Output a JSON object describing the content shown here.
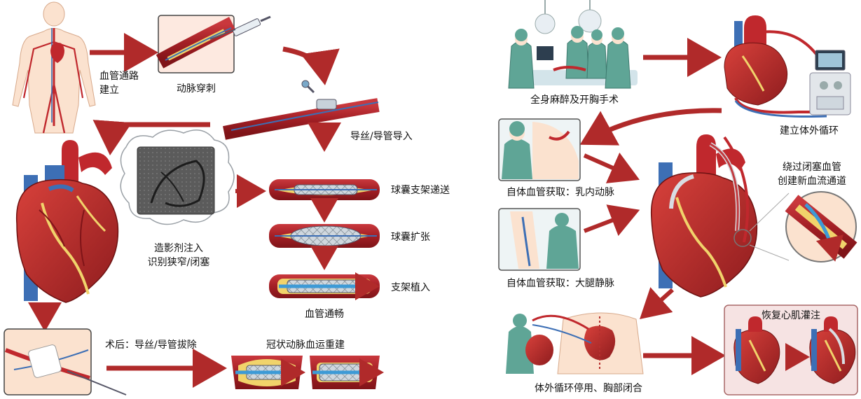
{
  "colors": {
    "artery": "#b4242a",
    "artery_dark": "#7f1418",
    "vein": "#3d6fb5",
    "plaque": "#f1d36b",
    "scrubs": "#5fa596",
    "arrow": "#b02a2a",
    "panel_bg": "#f6e3e3"
  },
  "left": {
    "access_label_line1": "血管通路",
    "access_label_line2": "建立",
    "puncture_label": "动脉穿刺",
    "guidewire_label": "导丝/导管导入",
    "angiogram_label_line1": "造影剂注入",
    "angiogram_label_line2": "识别狭窄/闭塞",
    "balloon_deliver_label": "球囊支架递送",
    "balloon_expand_label": "球囊扩张",
    "stent_implant_label": "支架植入",
    "vessel_open_label": "血管通畅",
    "postop_label": "术后：导丝/导管拔除",
    "revasc_label": "冠状动脉血运重建"
  },
  "right": {
    "anesthesia_label": "全身麻醉及开胸手术",
    "cpb_label": "建立体外循环",
    "harvest_ima_label": "自体血管获取：乳内动脉",
    "harvest_svg_label": "自体血管获取：大腿静脉",
    "bypass_label_line1": "绕过闭塞血管",
    "bypass_label_line2": "创建新血流通道",
    "closure_label": "体外循环停用、胸部闭合",
    "recovery_label": "恢复心肌灌注"
  }
}
